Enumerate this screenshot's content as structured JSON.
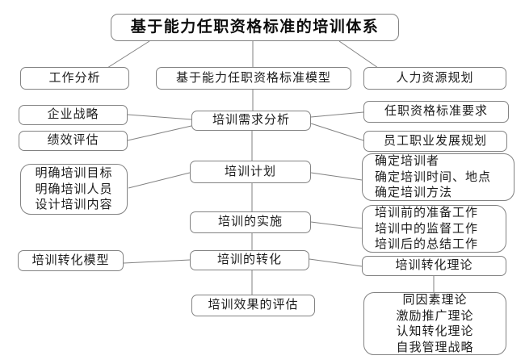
{
  "diagram": {
    "title": "基于能力任职资格标准的培训体系",
    "nodes": {
      "job_analysis": {
        "label": "工作分析"
      },
      "model": {
        "label": "基于能力任职资格标准模型"
      },
      "hr_planning": {
        "label": "人力资源规划"
      },
      "corporate_strategy": {
        "label": "企业战略"
      },
      "performance_eval": {
        "label": "绩效评估"
      },
      "needs_analysis": {
        "label": "培训需求分析"
      },
      "qualification_requirements": {
        "label": "任职资格标准要求"
      },
      "career_development": {
        "label": "员工职业发展规划"
      },
      "training_design": {
        "lines": [
          "明确培训目标",
          "明确培训人员",
          "设计培训内容"
        ]
      },
      "plan": {
        "label": "培训计划"
      },
      "plan_details": {
        "lines": [
          "确定培训者",
          "确定培训时间、地点",
          "确定培训方法"
        ]
      },
      "implementation": {
        "label": "培训的实施"
      },
      "implementation_details": {
        "lines": [
          "培训前的准备工作",
          "培训中的监督工作",
          "培训后的总结工作"
        ]
      },
      "transfer_model": {
        "label": "培训转化模型"
      },
      "transfer": {
        "label": "培训的转化"
      },
      "transfer_theory": {
        "label": "培训转化理论"
      },
      "evaluation": {
        "label": "培训效果的评估"
      },
      "theories": {
        "lines": [
          "同因素理论",
          "激励推广理论",
          "认知转化理论",
          "自我管理战略"
        ]
      }
    },
    "colors": {
      "border": "#828282",
      "line": "#828282",
      "text": "#1c1c1c",
      "background": "#ffffff"
    }
  }
}
